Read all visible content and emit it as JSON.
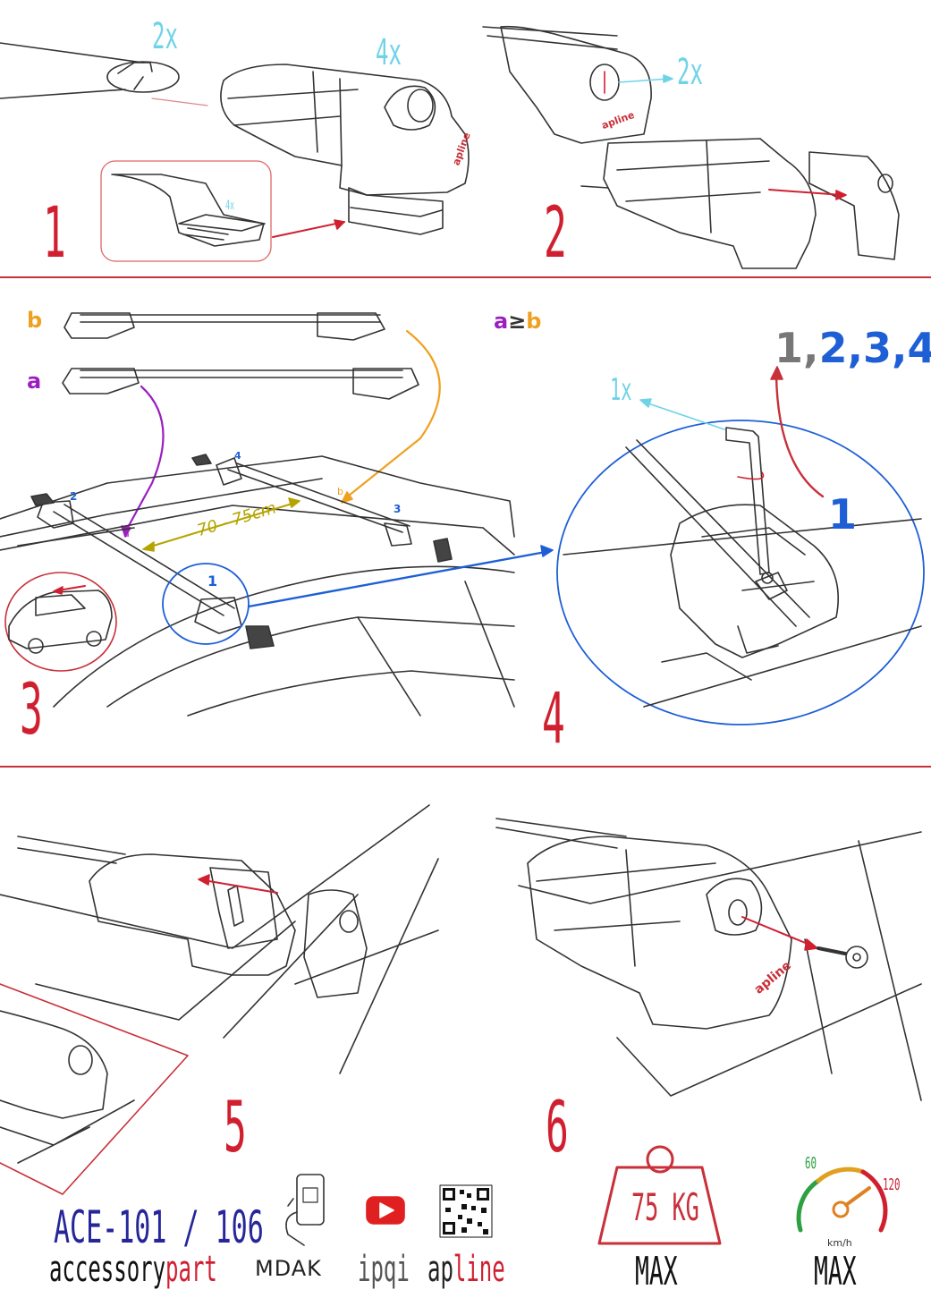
{
  "panel1": {
    "step": "1",
    "tube_qty": "2x",
    "foot_qty": "4x",
    "pad_qty": "4x"
  },
  "panel2": {
    "step": "2",
    "cap_qty": "2x",
    "brand": "apline"
  },
  "panel3": {
    "step": "3",
    "label_b": "b",
    "label_a": "a",
    "rule": "a≥b",
    "distance": "70 - 75cm",
    "corner_1": "1",
    "corner_2": "2",
    "corner_3": "3",
    "corner_4": "4",
    "mark_a": "a",
    "mark_b": "b"
  },
  "panel4": {
    "step": "4",
    "sequence": "1,2,3,4",
    "key_qty": "1x",
    "turn_num": "1"
  },
  "panel5": {
    "step": "5"
  },
  "panel6": {
    "step": "6"
  },
  "footer": {
    "model": "ACE-101 / 106",
    "brand_left": "accessory",
    "brand_right": "part",
    "mdak": "MDAK",
    "ipqi": "ipqi",
    "apline_a": "ap",
    "apline_b": "line",
    "weight": "75 KG",
    "weight_max": "MAX",
    "speed_60": "60",
    "speed_120": "120",
    "speed_unit": "km/h",
    "speed_max": "MAX"
  },
  "colors": {
    "accent_red": "#d02030",
    "cyan": "#6fd3e8",
    "blue": "#1e5fd6",
    "purple": "#9b1fc0",
    "orange": "#f0a020",
    "olive": "#b5a400",
    "navy": "#26269a"
  }
}
